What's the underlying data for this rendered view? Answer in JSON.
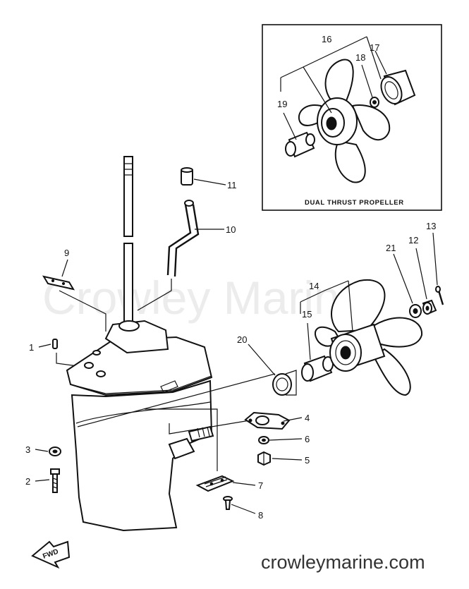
{
  "watermark": "Crowley Marine",
  "site_url": "crowleymarine.com",
  "inset_caption": "DUAL THRUST PROPELLER",
  "fwd_label": "FWD",
  "callouts": {
    "c1": "1",
    "c2": "2",
    "c3": "3",
    "c4": "4",
    "c5": "5",
    "c6": "6",
    "c7": "7",
    "c8": "8",
    "c9": "9",
    "c10": "10",
    "c11": "11",
    "c12": "12",
    "c13": "13",
    "c14": "14",
    "c15": "15",
    "c16": "16",
    "c17": "17",
    "c18": "18",
    "c19": "19",
    "c20": "20",
    "c21": "21"
  }
}
